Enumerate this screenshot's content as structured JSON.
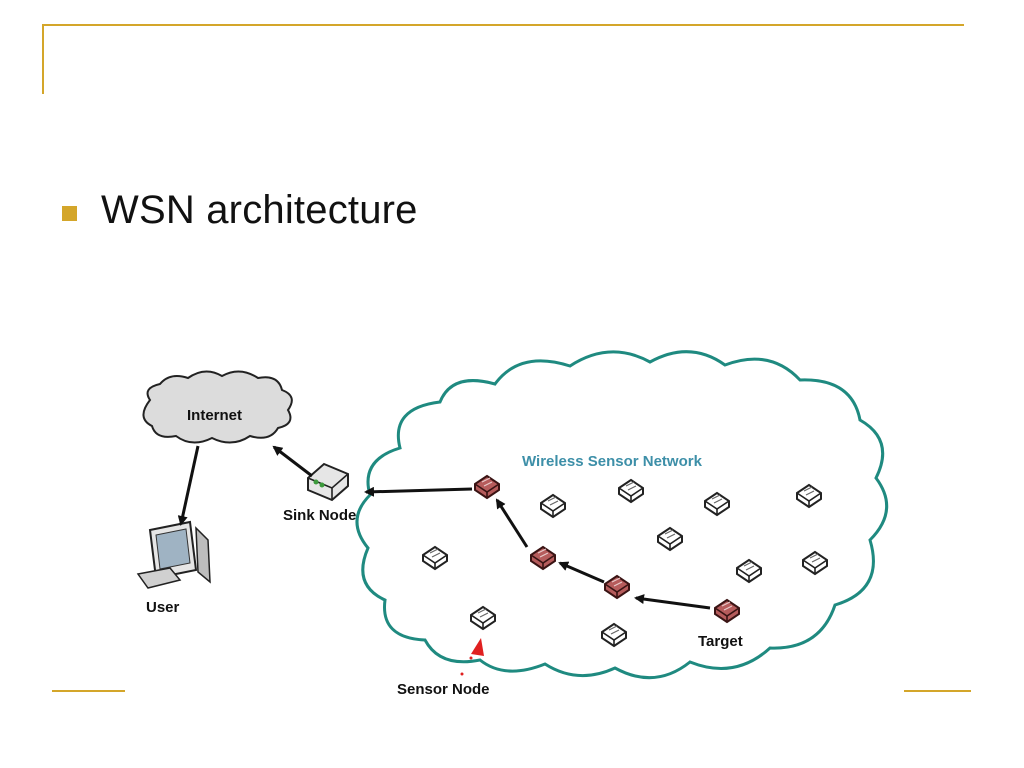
{
  "slide": {
    "bullet": "WSN architecture"
  },
  "diagram": {
    "internet_label": "Internet",
    "wsn_label": "Wireless Sensor Network",
    "sink_label": "Sink Node",
    "user_label": "User",
    "target_label": "Target",
    "sensor_label": "Sensor Node"
  },
  "colors": {
    "accent": "#d4a62a",
    "cloud_outline": "#1f8a80",
    "wsn_label": "#3d8fa8",
    "route_node": "#a04848",
    "arrow": "#e02020"
  },
  "icons": [
    "internet-cloud-icon",
    "computer-icon",
    "sink-node-icon",
    "sensor-node-icon",
    "wsn-cloud-icon"
  ]
}
